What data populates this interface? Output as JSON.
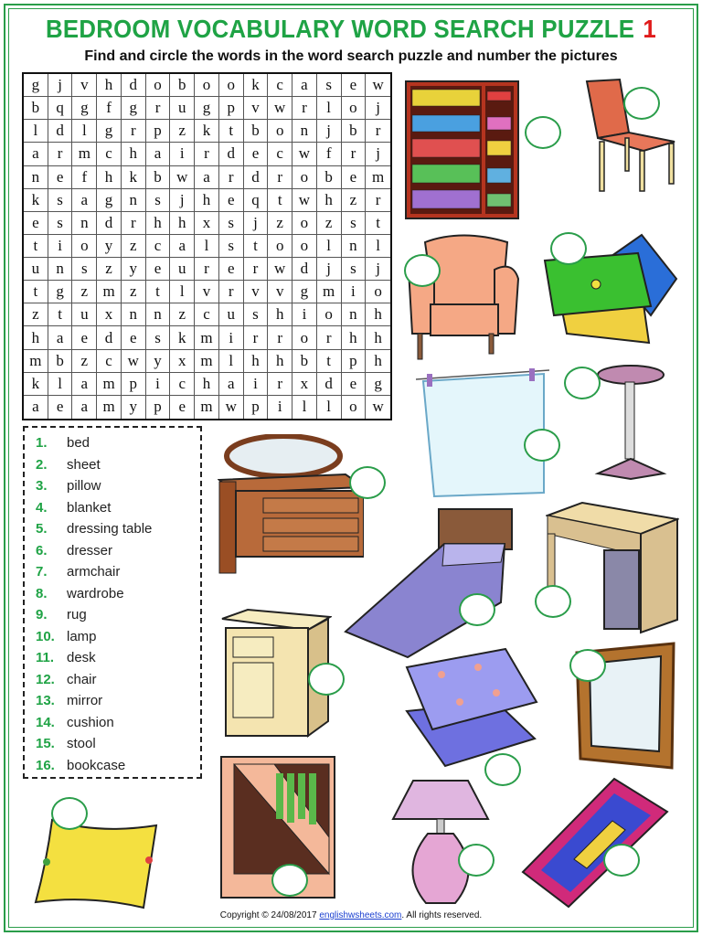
{
  "title": "BEDROOM VOCABULARY WORD SEARCH PUZZLE",
  "title_number": "1",
  "subtitle": "Find and circle the words in the word search puzzle and number the pictures",
  "grid": [
    "gjvhdobookcasew",
    "bqgfgrugpvwrloj",
    "ldlgrpzktbonjbr",
    "armchairdecwfrj",
    "nefhkbwardrobem",
    "ksagnsjheqtwhzr",
    "esndrhhxsjzozst",
    "tioyzcalstoolnl",
    "unszyeurerwdjsj",
    "tgzmztlvrvvgmio",
    "ztuxnnzcushionh",
    "haedeskmirrorhh",
    "mbzcwyxmlhhbtph",
    "klampichairxdeg",
    "aeamypemwpillow"
  ],
  "words": [
    {
      "num": "1.",
      "word": "bed"
    },
    {
      "num": "2.",
      "word": "sheet"
    },
    {
      "num": "3.",
      "word": "pillow"
    },
    {
      "num": "4.",
      "word": "blanket"
    },
    {
      "num": "5.",
      "word": "dressing table"
    },
    {
      "num": "6.",
      "word": "dresser"
    },
    {
      "num": "7.",
      "word": "armchair"
    },
    {
      "num": "8.",
      "word": "wardrobe"
    },
    {
      "num": "9.",
      "word": "rug"
    },
    {
      "num": "10.",
      "word": "lamp"
    },
    {
      "num": "11.",
      "word": "desk"
    },
    {
      "num": "12.",
      "word": "chair"
    },
    {
      "num": "13.",
      "word": "mirror"
    },
    {
      "num": "14.",
      "word": "cushion"
    },
    {
      "num": "15.",
      "word": "stool"
    },
    {
      "num": "16.",
      "word": "bookcase"
    }
  ],
  "footer": {
    "prefix": "Copyright © 24/08/2017 ",
    "link": "englishwsheets.com",
    "suffix": ". All rights reserved."
  },
  "colors": {
    "accent": "#1fa345",
    "title_number": "#e01b1b",
    "link": "#1a3fd0"
  }
}
